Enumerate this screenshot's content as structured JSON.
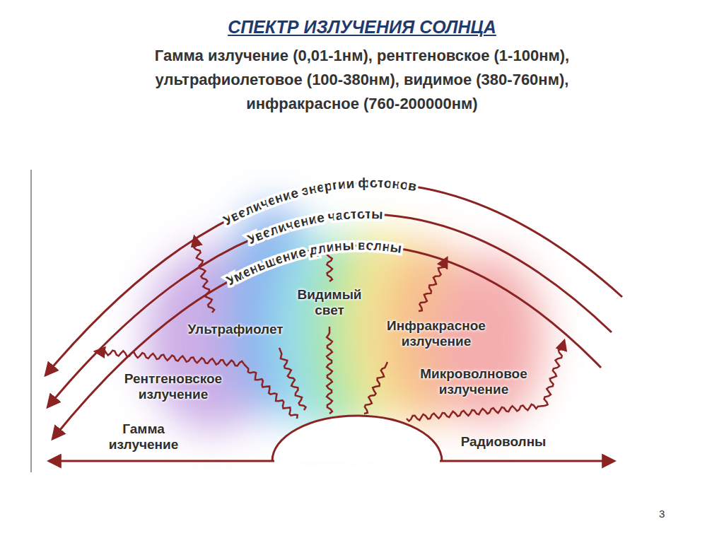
{
  "diagram": {
    "title": "СПЕКТР ИЗЛУЧЕНИЯ СОЛНЦА",
    "labels": [
      "Гамма излучение (0,01-1нм), рентгеновское (1-100нм), ультрафиолетовое (100-380нм), видимое (380-760нм), инфракрасное (760-200000нм)",
      "Увеличение энергии фотонов",
      "Увеличение частоты",
      "Уменьшение длины волны",
      "Видимый свет",
      "Ультрафиолет",
      "Инфракрасное излучение",
      "Рентгеновское излучение",
      "Микроволновое излучение",
      "Гамма излучение",
      "Радиоволны",
      "3"
    ]
  }
}
